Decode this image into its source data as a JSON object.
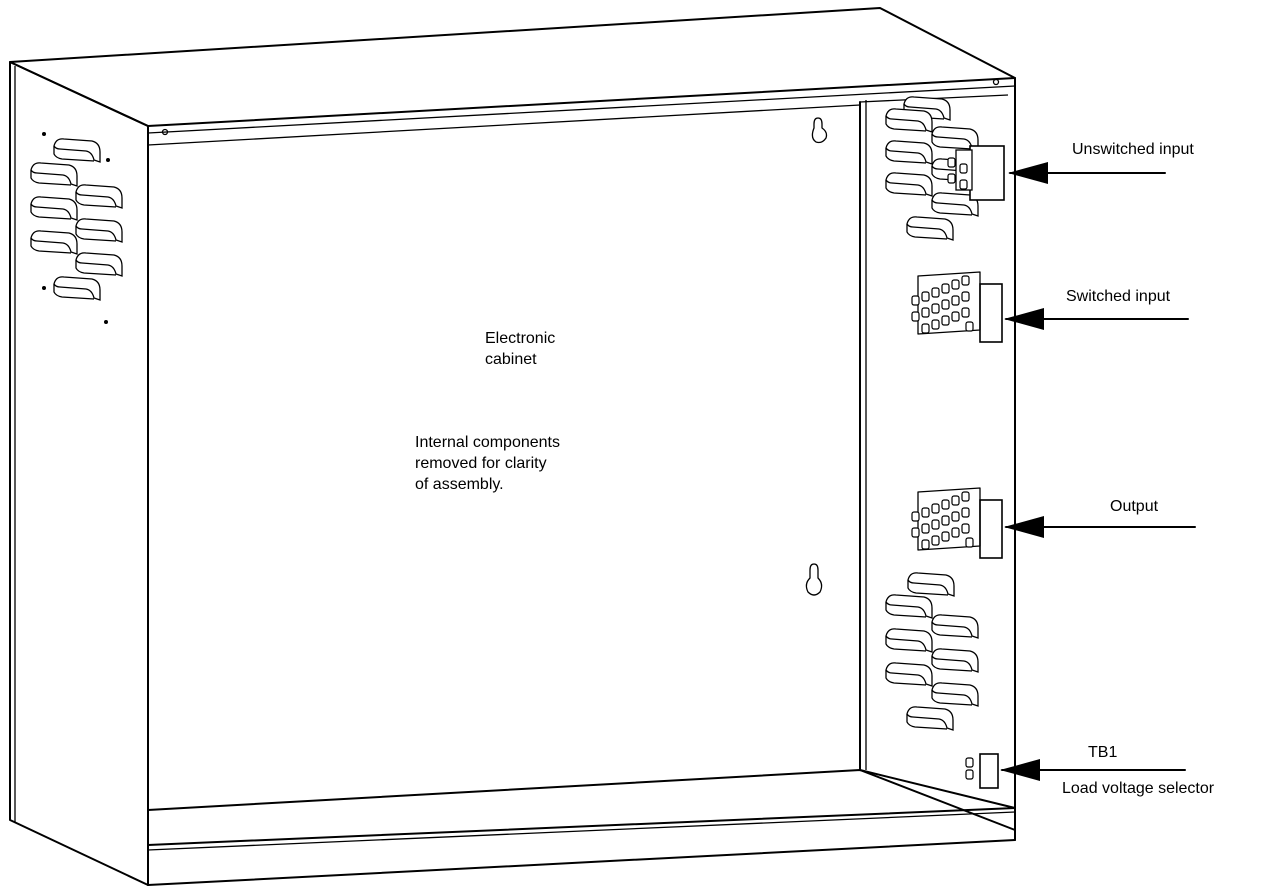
{
  "cabinet": {
    "title_line1": "Electronic",
    "title_line2": "cabinet",
    "note_line1": "Internal components",
    "note_line2": "removed for clarity",
    "note_line3": "of assembly."
  },
  "callouts": {
    "unswitched_input": "Unswitched input",
    "switched_input": "Switched input",
    "output": "Output",
    "tb1": "TB1",
    "load_voltage_selector": "Load voltage selector"
  }
}
